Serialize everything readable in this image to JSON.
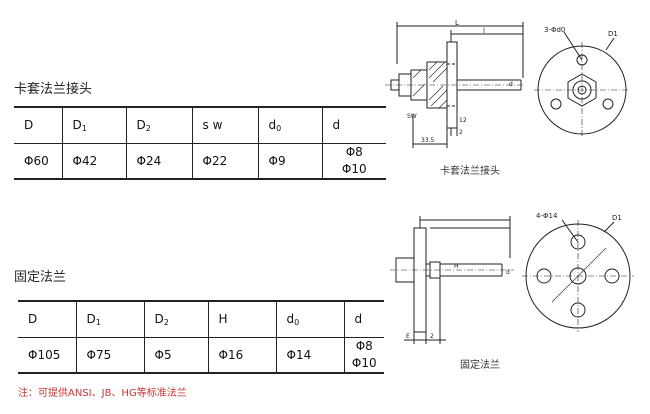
{
  "section1": {
    "title": "卡套法兰接头",
    "headers": [
      "D",
      "D",
      "D",
      "s w",
      "d",
      "d"
    ],
    "header_subs": [
      "",
      "1",
      "2",
      "",
      "0",
      ""
    ],
    "values": [
      "Φ60",
      "Φ42",
      "Φ24",
      "Φ22",
      "Φ9"
    ],
    "d_options": [
      "Φ8",
      "Φ10"
    ],
    "drawing": {
      "caption": "卡套法兰接头",
      "dim_L": "L",
      "dim_l": "l",
      "dim_d": "d",
      "dim_sw": "SW",
      "dim_2": "2",
      "dim_12": "12",
      "dim_33": "33.5",
      "dim_holes": "3-Φd0",
      "dim_D1": "D1"
    }
  },
  "section2": {
    "title": "固定法兰",
    "headers": [
      "D",
      "D",
      "D",
      "H",
      "d",
      "d"
    ],
    "header_subs": [
      "",
      "1",
      "2",
      "",
      "0",
      ""
    ],
    "values": [
      "Φ105",
      "Φ75",
      "Φ5",
      "Φ16",
      "Φ14"
    ],
    "d_options": [
      "Φ8",
      "Φ10"
    ],
    "drawing": {
      "caption": "固定法兰",
      "dim_H": "H",
      "dim_E": "E",
      "dim_2": "2",
      "dim_d": "d",
      "dim_holes": "4-Φ14",
      "dim_D1": "D1"
    }
  },
  "note": "注：可提供ANSI、JB、HG等标准法兰"
}
